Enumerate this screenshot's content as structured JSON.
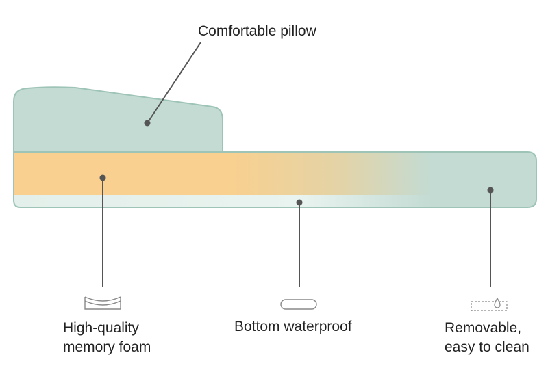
{
  "colors": {
    "pillow": "#c3dbd3",
    "outline": "#9ec4b7",
    "foam": "#f9d08f",
    "bottom_layer": "#e1eeea",
    "leader": "#555555",
    "icon": "#888888"
  },
  "callouts": {
    "pillow": {
      "lines": [
        "Comfortable pillow"
      ]
    },
    "foam": {
      "lines": [
        "High-quality",
        "memory foam"
      ],
      "icon": "foam-layers-icon"
    },
    "waterproof": {
      "lines": [
        "Bottom waterproof"
      ],
      "icon": "flat-pad-icon"
    },
    "removable": {
      "lines": [
        "Removable,",
        "easy to clean"
      ],
      "icon": "water-drop-cover-icon"
    }
  }
}
